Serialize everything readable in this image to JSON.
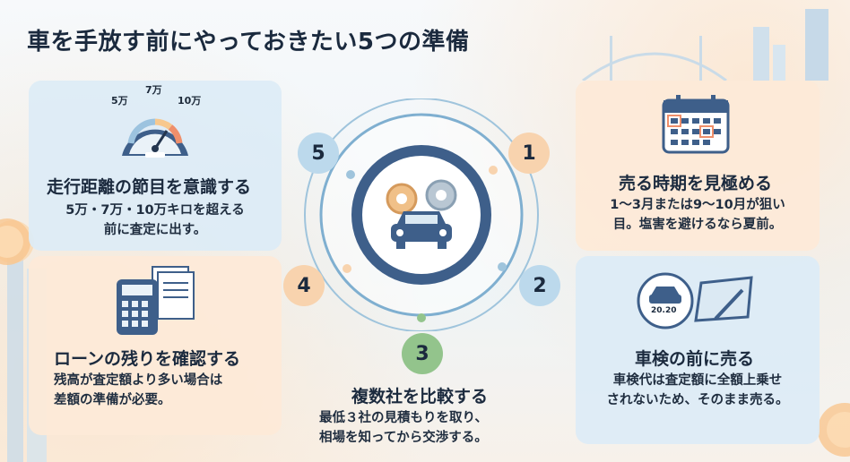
{
  "title": "車を手放す前にやっておきたい5つの準備",
  "steps": [
    {
      "number": "1",
      "title": "売る時期を見極める",
      "lines": [
        "1〜3月または9〜10月が狙い",
        "目。塩害を避けるなら夏前。"
      ]
    },
    {
      "number": "2",
      "title": "車検の前に売る",
      "lines": [
        "車検代は査定額に全額上乗せ",
        "されないため、そのまま売る。"
      ],
      "badge": "20.20"
    },
    {
      "number": "3",
      "title": "複数社を比較する",
      "lines": [
        "最低３社の見積もりを取り、",
        "相場を知ってから交渉する。"
      ]
    },
    {
      "number": "4",
      "title": "ローンの残りを確認する",
      "lines": [
        "残高が査定額より多い場合は",
        "差額の準備が必要。"
      ]
    },
    {
      "number": "5",
      "title": "走行距離の節目を意識する",
      "lines": [
        "5万・7万・10万キロを超える",
        "前に査定に出す。"
      ],
      "gauge_labels": [
        "5万",
        "7万",
        "10万"
      ]
    }
  ],
  "colors": {
    "blue": "#bcd9ec",
    "peach": "#f8d3ae",
    "green": "#93c48c",
    "navy": "#3e5f8a"
  },
  "icons": {
    "center": "car-gears-icon",
    "step1": "calendar-icon",
    "step2": "car-windshield-icon",
    "step4": "calculator-document-icon",
    "step5": "speedometer-icon"
  }
}
